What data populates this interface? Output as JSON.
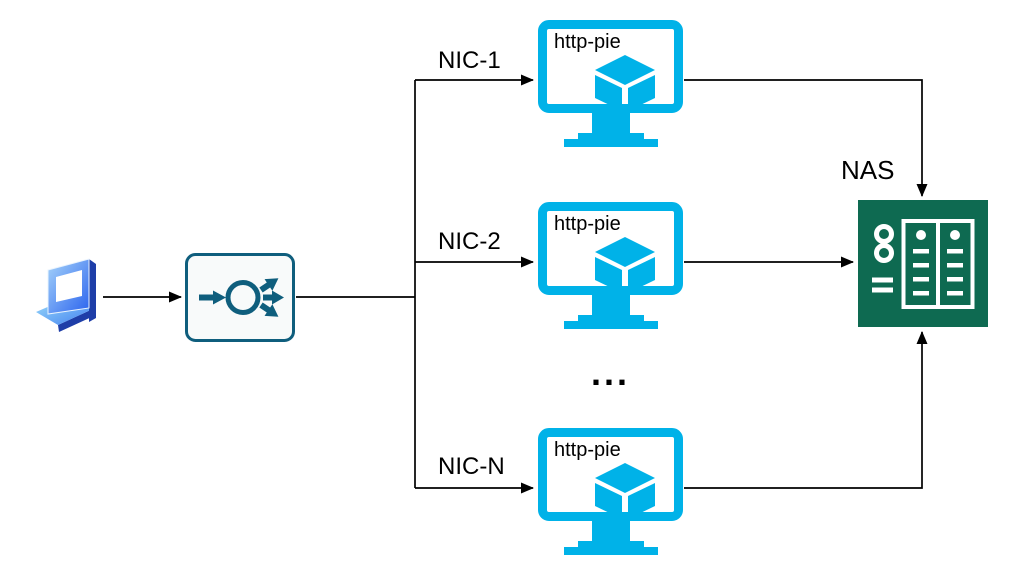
{
  "diagram": {
    "client": {
      "icon": "laptop-icon"
    },
    "load_balancer": {
      "icon": "load-balancer-icon"
    },
    "nic_labels": [
      "NIC-1",
      "NIC-2",
      "NIC-N"
    ],
    "vms": [
      {
        "label": "http-pie"
      },
      {
        "label": "http-pie"
      },
      {
        "label": "http-pie"
      }
    ],
    "ellipsis": "...",
    "nas": {
      "label": "NAS"
    },
    "colors": {
      "vm_cyan": "#00B2E8",
      "nas_green": "#0E6A51",
      "lb_teal": "#0F5E7D",
      "line_black": "#000000",
      "laptop_blue_light": "#8FC9F8",
      "laptop_blue_dark": "#2B63EE"
    }
  }
}
